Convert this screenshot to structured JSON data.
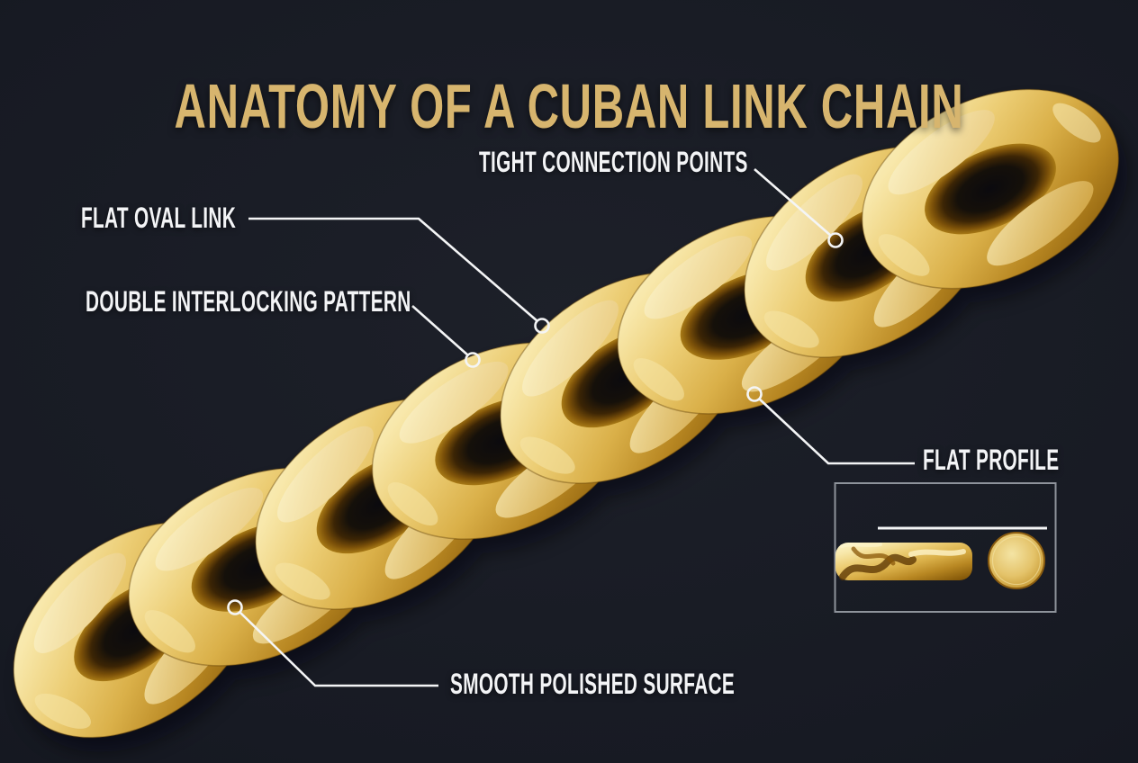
{
  "header": {
    "title": "ANATOMY OF A CUBAN LINK CHAIN"
  },
  "callouts": [
    {
      "label": "TIGHT CONNECTION POINTS"
    },
    {
      "label": "FLAT OVAL LINK"
    },
    {
      "label": "DOUBLE INTERLOCKING PATTERN"
    },
    {
      "label": "FLAT PROFILE"
    },
    {
      "label": "SMOOTH POLISHED SURFACE"
    }
  ],
  "illustration": {
    "subject": "polished-gold-cuban-link-chain",
    "links_visible": 8,
    "inset": "side-profile-of-flat-link-and-round-end-view"
  },
  "colors": {
    "background": "#171a23",
    "title_gold": "#d7b56e",
    "label_white": "#f3f4f6",
    "callout_line": "#f4f5f6",
    "gold_highlight": "#fdf5cd",
    "gold_mid": "#dab049",
    "gold_shadow": "#835708",
    "inset_border": "#8e939b"
  }
}
